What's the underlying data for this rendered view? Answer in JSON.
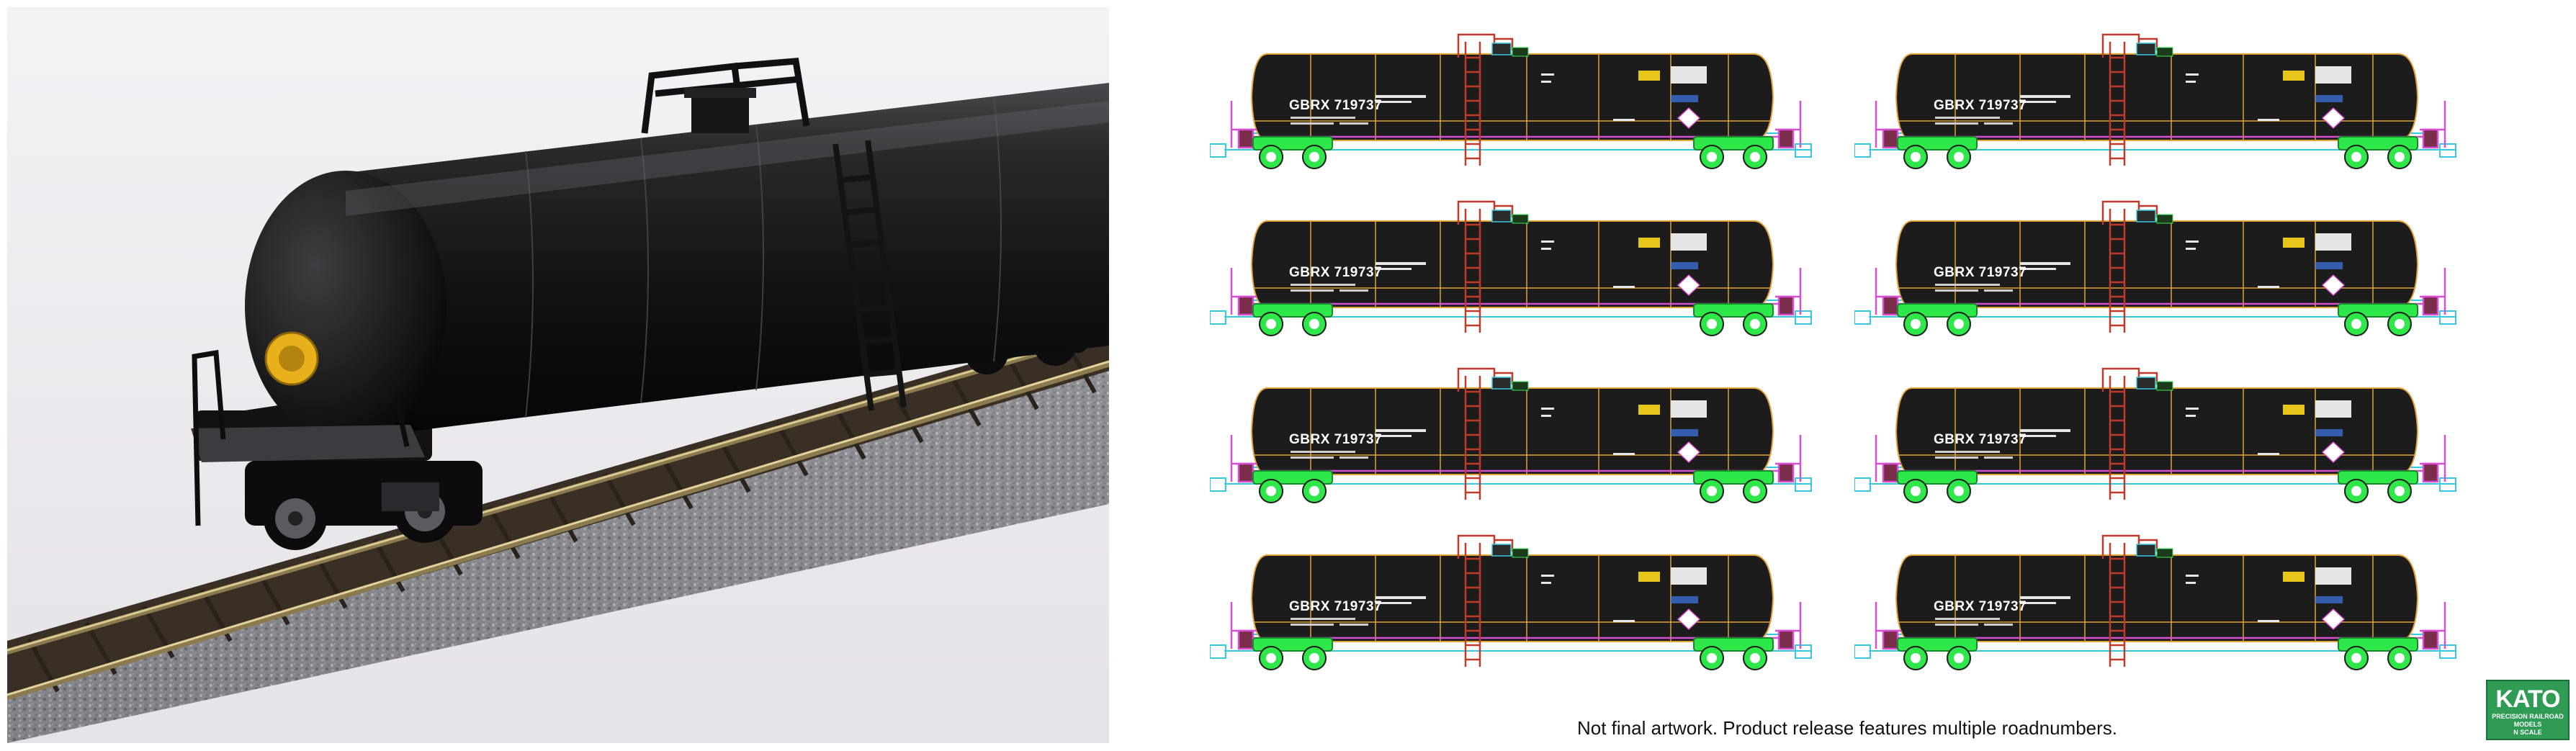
{
  "photo": {
    "subject": "tank-car-model-photo"
  },
  "drawings": {
    "reporting_marks": [
      "GBRX 719737",
      "GBRX 719737",
      "GBRX 719737",
      "GBRX 719737",
      "GBRX 719737",
      "GBRX 719737",
      "GBRX 719737",
      "GBRX 719737"
    ],
    "colors": {
      "tank": "#1c1c1c",
      "outline": "#e0a23a",
      "frame": "#d64fd0",
      "trucks": "#2ee84a",
      "guides": "#37c9e0",
      "ladder": "#c0392b"
    }
  },
  "caption": "Not final artwork. Product release features multiple roadnumbers.",
  "logo": {
    "brand": "KATO",
    "line1": "PRECISION RAILROAD MODELS",
    "line2": "N SCALE"
  }
}
